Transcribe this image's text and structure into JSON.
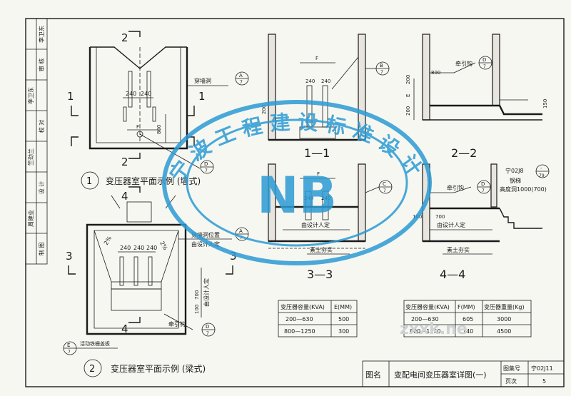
{
  "sidebar": {
    "rows": [
      "李卫东",
      "审 核",
      "李卫东",
      "校 对",
      "竺劲兰",
      "设 计",
      "周建业",
      "制 图"
    ]
  },
  "plan1": {
    "section_marks": [
      "1",
      "1",
      "2",
      "2"
    ],
    "dims": [
      "240",
      "240",
      "800",
      "F"
    ],
    "wall_hole_label": "穿墙洞",
    "callout_a": {
      "num": "A",
      "sheet": "7"
    },
    "callout_d": {
      "num": "D",
      "sheet": "7"
    },
    "caption_num": "1",
    "caption": "变压器室平面示例 (墙式)"
  },
  "plan2": {
    "section_marks": [
      "3",
      "3",
      "4",
      "4"
    ],
    "slopes": [
      "2%",
      "2%"
    ],
    "dims": [
      "240",
      "240",
      "240",
      "100",
      "700"
    ],
    "labels": [
      "穿墙洞位置",
      "由设计人定",
      "由设计人定",
      "牵引钩",
      "活动铁栅盖板"
    ],
    "callout_a": {
      "num": "A",
      "sheet": "7"
    },
    "callout_d": {
      "num": "D",
      "sheet": "7"
    },
    "callout_e": {
      "num": "E",
      "sheet": "7"
    },
    "caption_num": "2",
    "caption": "变压器室平面示例 (梁式)"
  },
  "sec11": {
    "dims": [
      "F",
      "240",
      "240",
      "200"
    ],
    "callout_b": {
      "num": "B",
      "sheet": "7"
    },
    "title": "1—1"
  },
  "sec22": {
    "hook": "牵引钩",
    "dims": [
      "800",
      "E",
      "200",
      "200",
      "150"
    ],
    "callout_d": {
      "num": "D",
      "sheet": "7"
    },
    "title": "2—2"
  },
  "sec33": {
    "dims": [
      "F",
      "240",
      "240"
    ],
    "labels": [
      "由设计人定",
      "素土夯实"
    ],
    "callout_c": {
      "num": "C",
      "sheet": "7"
    },
    "title": "3—3"
  },
  "sec44": {
    "hook": "牵引钩",
    "dims": [
      "100",
      "700"
    ],
    "labels": [
      "由设计人定",
      "素土夯实"
    ],
    "callout_d": {
      "num": "D",
      "sheet": "7"
    },
    "ref_std": "宁02J8",
    "ref_num": "-",
    "ref_page": "79",
    "ladder": "钢梯",
    "hole_height": "高度洞1000(700)",
    "title": "4—4"
  },
  "table_e": {
    "headers": [
      "变压器容量(KVA)",
      "E(MM)"
    ],
    "rows": [
      [
        "200—630",
        "500"
      ],
      [
        "800—1250",
        "300"
      ]
    ]
  },
  "table_f": {
    "headers": [
      "变压器容量(KVA)",
      "F(MM)",
      "变压器重量(Kg)"
    ],
    "rows": [
      [
        "200—630",
        "605",
        "3000"
      ],
      [
        "800—1250",
        "740",
        "4500"
      ]
    ]
  },
  "title_block": {
    "name_label": "图名",
    "drawing_name": "变配电间变压器室详图(一)",
    "atlas_label": "图集号",
    "atlas_no": "宁02J11",
    "page_label": "页次",
    "page_no": "5"
  },
  "watermark": {
    "letters": "NB",
    "arc_text": "宁波工程建设标准设计"
  },
  "site_mark": "zxxk.ne"
}
